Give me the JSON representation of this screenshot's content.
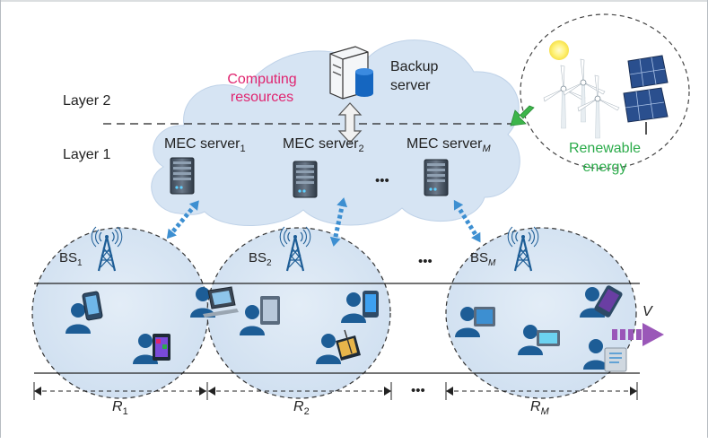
{
  "layers": {
    "layer2": "Layer 2",
    "layer1": "Layer 1"
  },
  "cloud": {
    "computing_line1": "Computing",
    "computing_line2": "resources",
    "backup_line1": "Backup",
    "backup_line2": "server"
  },
  "mec": {
    "prefix": "MEC server",
    "sub1": "1",
    "sub2": "2",
    "subM": "M",
    "ellipsis": "•••"
  },
  "energy": {
    "line1": "Renewable",
    "line2": "energy"
  },
  "cells": {
    "bs_prefix": "BS",
    "bs1_sub": "1",
    "bs2_sub": "2",
    "bsM_sub": "M",
    "ellipsis": "•••"
  },
  "radius": {
    "r_prefix": "R",
    "r1_sub": "1",
    "r2_sub": "2",
    "rM_sub": "M",
    "ellipsis": "•••"
  },
  "velocity": "V",
  "colors": {
    "cloud_fill": "#d6e4f3",
    "accent_pink": "#e0246f",
    "energy_green": "#2bab4a",
    "link_blue": "#3d8fd1",
    "user_blue": "#1d5d96",
    "velocity_purple": "#9a57b8"
  },
  "icons": [
    "server-icon",
    "database-icon",
    "base-station-icon",
    "user-icon",
    "smartphone-icon",
    "tablet-icon",
    "laptop-icon",
    "sun-icon",
    "wind-turbine-icon",
    "solar-panel-icon"
  ]
}
